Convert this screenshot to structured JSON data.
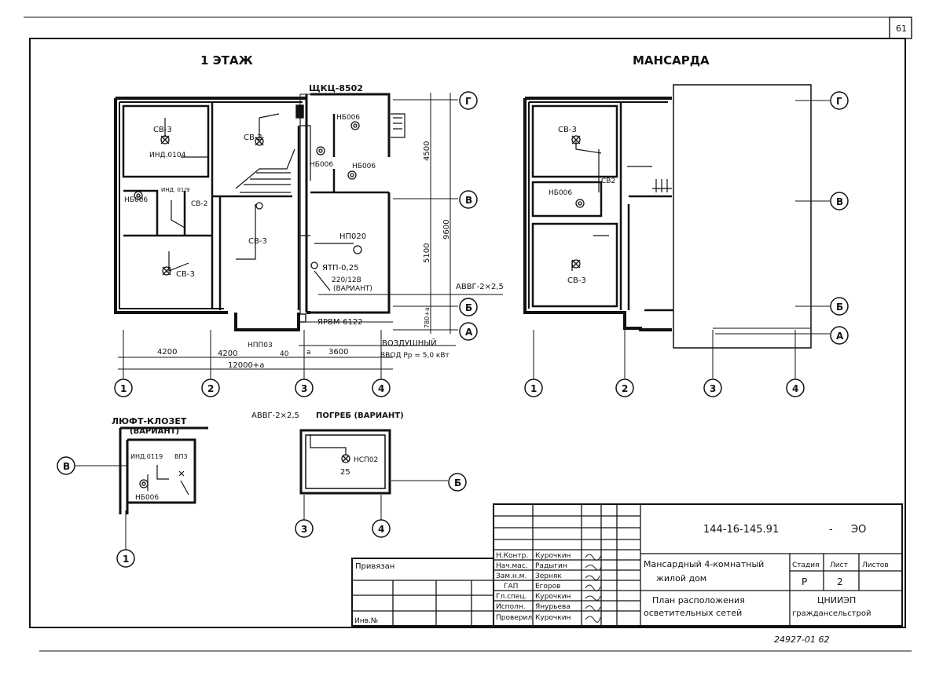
{
  "page_number": "61",
  "floor1": {
    "title": "1 ЭТАЖ",
    "panel_label": "ЩКЦ-8502",
    "fixture_sv3": "СВ-3",
    "fixture_sv2": "СВ-2",
    "fixture_nb006": "НБ006",
    "fixture_np020": "НП020",
    "fixture_npp03": "НПП03",
    "ind": "ИНД.0104",
    "ind2": "ИНД. 01(9",
    "transformer": "ЯТП-0,25",
    "transformer_voltage": "220/12В",
    "variant": "(ВАРИАНТ)",
    "cable": "АВВГ-2×2,5",
    "switch_box": "ЯРВМ-6122",
    "feed_line1": "ВОЗДУШНЫЙ",
    "feed_line2": "ВВОД  Pр = 5,0 кВт",
    "dims": {
      "d4200a": "4200",
      "d4200b": "4200",
      "d40": "40",
      "da": "а",
      "d3600": "3600",
      "total": "12000+а",
      "v4500": "4500",
      "v5100": "5100",
      "v9600": "9600",
      "v780": "780+а"
    },
    "axes": {
      "a1": "1",
      "a2": "2",
      "a3": "3",
      "a4": "4",
      "aG": "Г",
      "aV": "В",
      "aB": "Б",
      "aA": "А"
    }
  },
  "mansard": {
    "title": "МАНСАРДА",
    "sv3a": "СВ-3",
    "sv2": "СВ2",
    "nb006": "НБ006",
    "sv3b": "СВ-3",
    "axes": {
      "a1": "1",
      "a2": "2",
      "a3": "3",
      "a4": "4",
      "aG": "Г",
      "aV": "В",
      "aB": "Б",
      "aA": "А"
    }
  },
  "closet": {
    "title": "ЛЮФТ-КЛОЗЕТ",
    "variant": "(ВАРИАНТ)",
    "ind": "ИНД.0119",
    "vp": "ВП3",
    "nb006": "НБ006",
    "axis_v": "В",
    "axis_1": "1"
  },
  "cellar": {
    "title": "ПОГРЕБ (ВАРИАНТ)",
    "cable": "АВВГ-2×2,5",
    "fixture": "НСП02",
    "power": "25",
    "axis_b": "Б",
    "axis_3": "3",
    "axis_4": "4"
  },
  "stamp": {
    "code": "144-16-145.91",
    "dash": "-",
    "suffix": "ЭО",
    "privyazan": "Привязан",
    "inv": "Инв.№",
    "roles": [
      "Н.Контр.",
      "Нач.мас.",
      "Зам.н.м.",
      "ГАП",
      "Гл.спец.",
      "Исполн.",
      "Проверил"
    ],
    "names": [
      "Курочкин",
      "Радыгин",
      "Зерняк",
      "Егоров",
      "Курочкин",
      "Янурьева",
      "Курочкин"
    ],
    "object_line1": "Мансардный 4-комнатный",
    "object_line2": "жилой дом",
    "sheet_title_line1": "План расположения",
    "sheet_title_line2": "осветительных сетей",
    "h_stage": "Стадия",
    "h_sheet": "Лист",
    "h_sheets": "Листов",
    "stage": "Р",
    "sheet": "2",
    "org_line1": "ЦНИИЭП",
    "org_line2": "граждансельстрой",
    "archive": "24927-01  62"
  }
}
